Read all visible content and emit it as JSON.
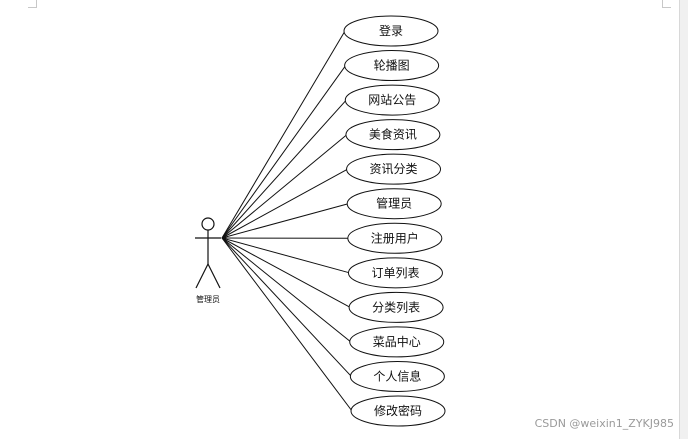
{
  "diagram": {
    "actor": {
      "label": "管理员"
    },
    "use_cases": [
      {
        "label": "登录"
      },
      {
        "label": "轮播图"
      },
      {
        "label": "网站公告"
      },
      {
        "label": "美食资讯"
      },
      {
        "label": "资讯分类"
      },
      {
        "label": "管理员"
      },
      {
        "label": "注册用户"
      },
      {
        "label": "订单列表"
      },
      {
        "label": "分类列表"
      },
      {
        "label": "菜品中心"
      },
      {
        "label": "个人信息"
      },
      {
        "label": "修改密码"
      }
    ]
  },
  "watermark": "CSDN @weixin1_ZYKJ985"
}
